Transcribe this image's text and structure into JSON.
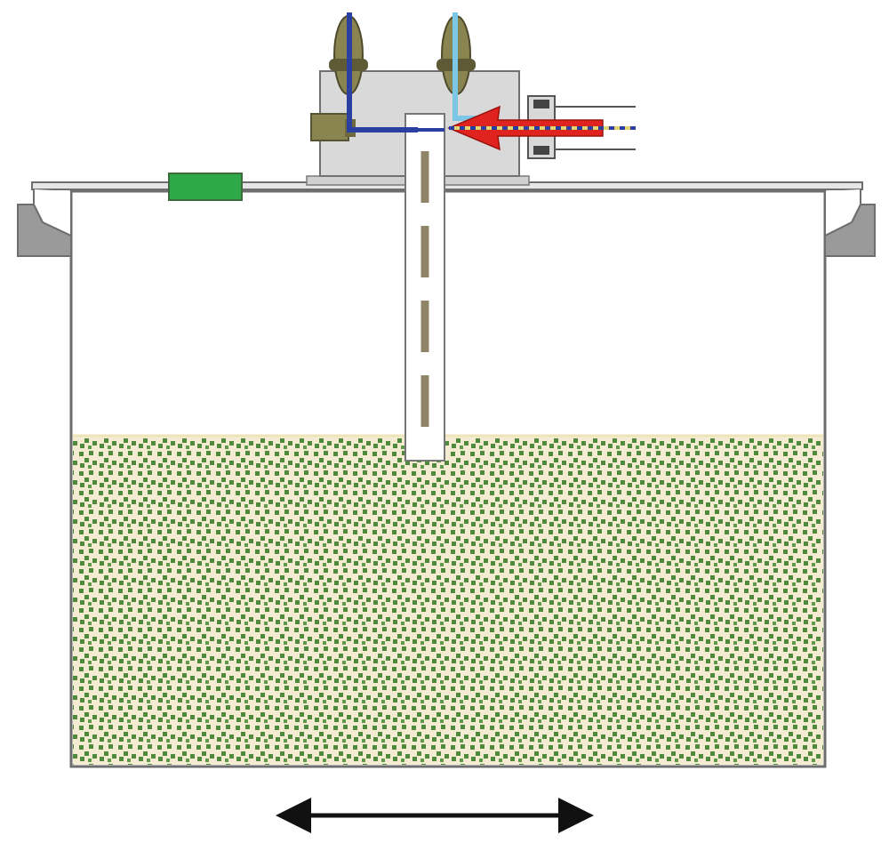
{
  "diagram": {
    "type": "tank-cross-section",
    "text_labels": [],
    "components": [
      {
        "name": "tank",
        "icon": "open-tank-icon"
      },
      {
        "name": "fill-material",
        "icon": "granular-fill-icon",
        "level_fraction": 0.49
      },
      {
        "name": "lid-rim",
        "icon": "lid-rim-icon"
      },
      {
        "name": "left-handle",
        "icon": "handle-icon"
      },
      {
        "name": "right-handle",
        "icon": "handle-icon"
      },
      {
        "name": "green-indicator",
        "icon": "indicator-light-icon"
      },
      {
        "name": "manifold-block",
        "icon": "manifold-block-icon"
      },
      {
        "name": "valve-left",
        "icon": "valve-icon"
      },
      {
        "name": "valve-right",
        "icon": "valve-icon"
      },
      {
        "name": "side-fitting",
        "icon": "fitting-icon"
      },
      {
        "name": "dip-tube",
        "icon": "dip-tube-icon"
      },
      {
        "name": "inlet-connector",
        "icon": "connector-icon"
      },
      {
        "name": "flow-arrow",
        "icon": "arrow-left-icon"
      },
      {
        "name": "horizontal-motion-arrow",
        "icon": "double-headed-arrow-icon"
      }
    ],
    "colors": {
      "fill_green": "#4f8a3c",
      "fill_cream": "#f4ecd2",
      "tank_outline": "#6e6e6e",
      "handle_gray": "#9a9a9a",
      "block_gray": "#d9d9d9",
      "pipe_blue": "#2a3fa0",
      "pipe_light_blue": "#7cc7e6",
      "valve_olive": "#8a8450",
      "arrow_red": "#e0231f",
      "indicator_green": "#2fa84a",
      "dash_tan": "#8f8468",
      "arrow_black": "#111111"
    }
  }
}
